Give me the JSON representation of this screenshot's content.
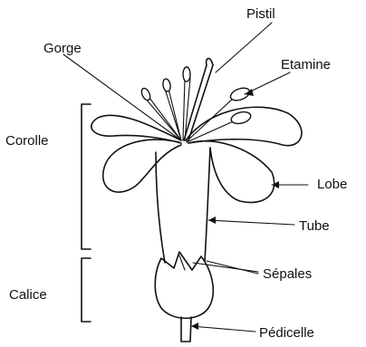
{
  "labels": {
    "pistil": "Pistil",
    "gorge": "Gorge",
    "etamine": "Etamine",
    "corolle": "Corolle",
    "lobe": "Lobe",
    "tube": "Tube",
    "sepales": "Sépales",
    "calice": "Calice",
    "pedicelle": "Pédicelle"
  }
}
